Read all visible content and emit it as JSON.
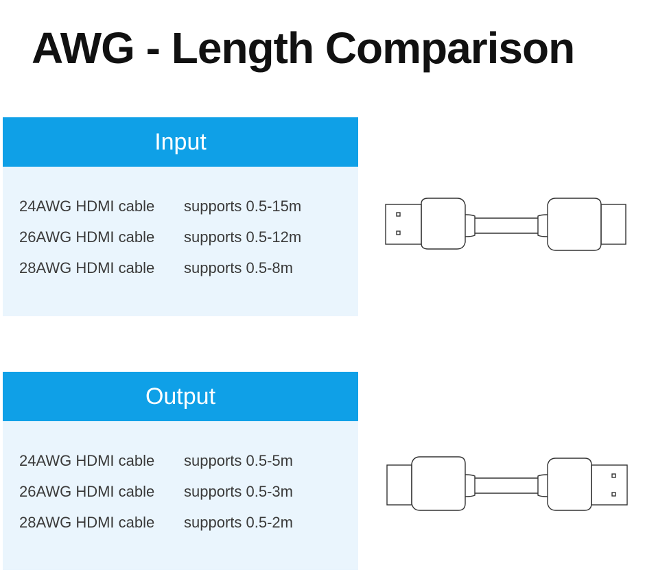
{
  "title": "AWG - Length Comparison",
  "accent_color": "#0fa0e7",
  "panel_bg_color": "#eaf5fd",
  "input": {
    "header": "Input",
    "rows": [
      {
        "cable": "24AWG HDMI cable",
        "support": "supports 0.5-15m"
      },
      {
        "cable": "26AWG HDMI cable",
        "support": "supports 0.5-12m"
      },
      {
        "cable": "28AWG HDMI cable",
        "support": "supports 0.5-8m"
      }
    ],
    "illustration_icon": "hdmi-cable-icon"
  },
  "output": {
    "header": "Output",
    "rows": [
      {
        "cable": "24AWG HDMI cable",
        "support": "supports 0.5-5m"
      },
      {
        "cable": "26AWG HDMI cable",
        "support": "supports 0.5-3m"
      },
      {
        "cable": "28AWG HDMI cable",
        "support": "supports 0.5-2m"
      }
    ],
    "illustration_icon": "hdmi-cable-icon"
  }
}
